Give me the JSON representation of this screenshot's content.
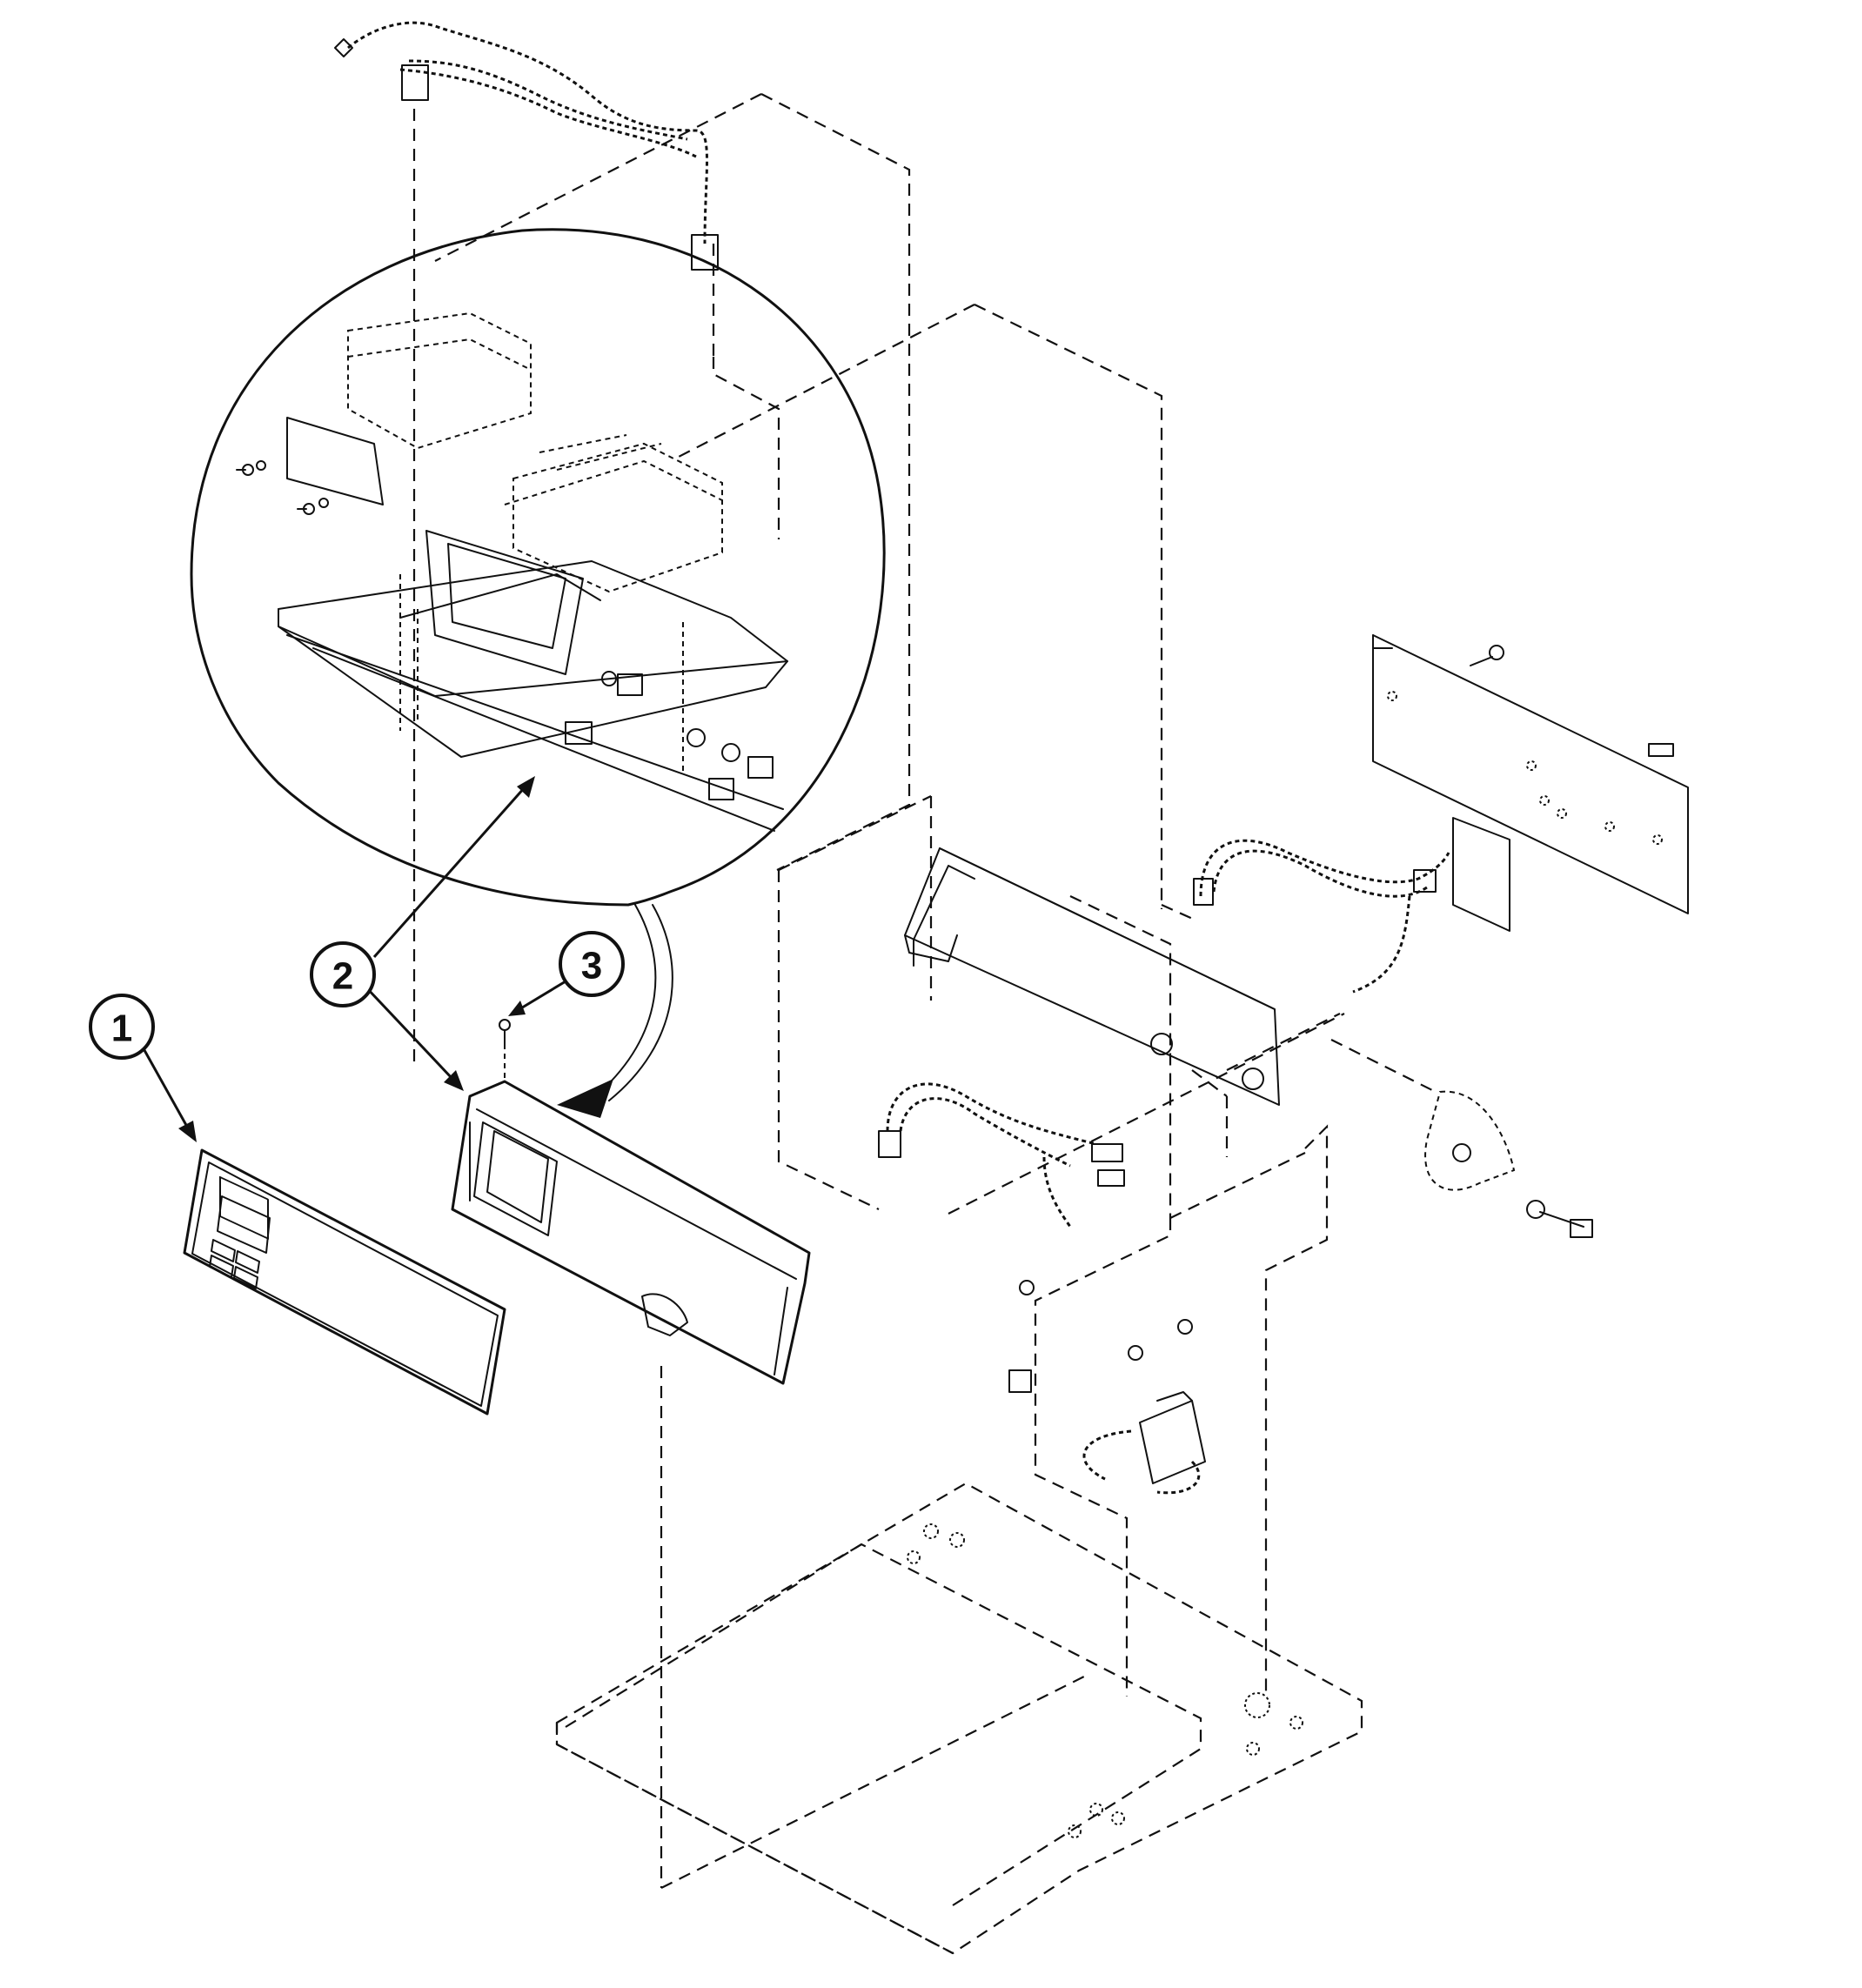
{
  "diagram": {
    "callouts": [
      {
        "label": "1",
        "part": "overlay-panel"
      },
      {
        "label": "2",
        "part": "console-panel"
      },
      {
        "label": "3",
        "part": "screw"
      }
    ]
  }
}
